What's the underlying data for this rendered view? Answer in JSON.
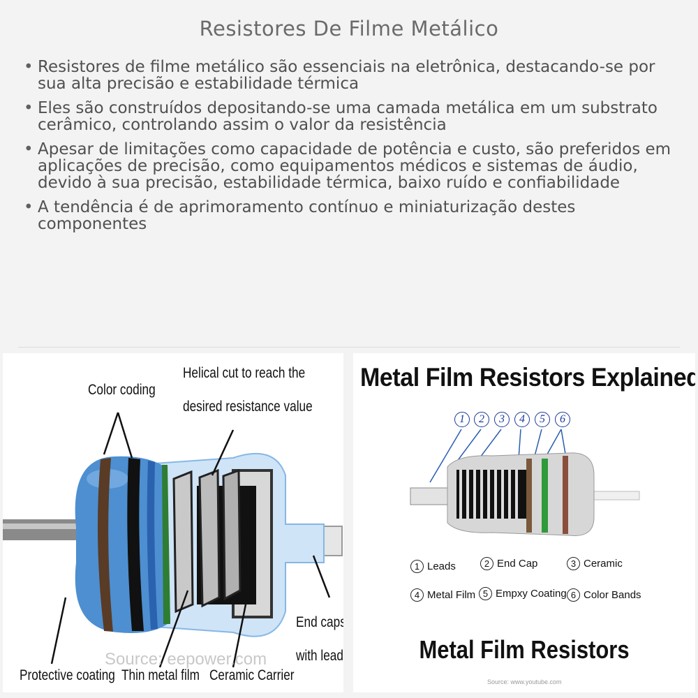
{
  "title": "Resistores De Filme Metálico",
  "bullets": [
    "Resistores de filme metálico são essenciais na eletrônica, destacando-se por sua alta precisão e estabilidade térmica",
    "Eles são construídos depositando-se uma camada metálica em um substrato cerâmico, controlando assim o valor da resistência",
    "Apesar de limitações como capacidade de potência e custo, são preferidos em aplicações de precisão, como equipamentos médicos e sistemas de áudio, devido à sua precisão, estabilidade térmica, baixo ruído e confiabilidade",
    "A tendência é de aprimoramento contínuo e miniaturização destes componentes"
  ],
  "left_image": {
    "labels": {
      "color_coding": "Color coding",
      "helical_cut_line1": "Helical cut to reach the",
      "helical_cut_line2": "desired resistance value",
      "end_caps_line1": "End caps",
      "end_caps_line2": "with leads",
      "protective_coating": "Protective coating",
      "thin_metal_film": "Thin metal film",
      "ceramic_carrier": "Ceramic Carrier"
    },
    "source": "Source: eepower.com"
  },
  "right_image": {
    "title": "Metal Film Resistors Explained",
    "numbers": [
      "1",
      "2",
      "3",
      "4",
      "5",
      "6"
    ],
    "legend": [
      {
        "num": "1",
        "label": "Leads"
      },
      {
        "num": "2",
        "label": "End Cap"
      },
      {
        "num": "3",
        "label": "Ceramic"
      },
      {
        "num": "4",
        "label": "Metal Film"
      },
      {
        "num": "5",
        "label": "Empxy Coating"
      },
      {
        "num": "6",
        "label": "Color Bands"
      }
    ],
    "footer": "Metal Film Resistors",
    "source": "Source: www.youtube.com"
  },
  "colors": {
    "resistor_blue": "#4d8fd1",
    "band_brown": "#5a3b25",
    "band_black": "#111111",
    "band_green": "#2e7d32",
    "number_blue": "#1a3a9a"
  }
}
